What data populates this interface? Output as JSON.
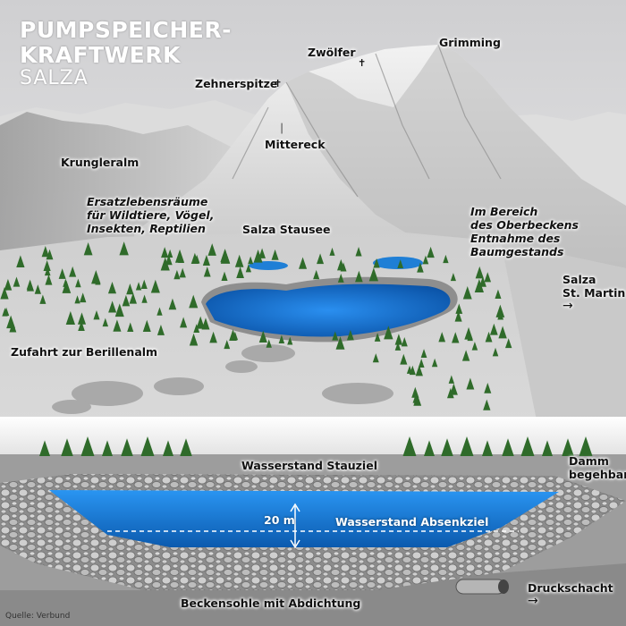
{
  "title": {
    "line1": "PUMPSPEICHER-",
    "line2": "KRAFTWERK",
    "line3": "SALZA"
  },
  "peaks": {
    "zwoelfer": "Zwölfer",
    "grimming": "Grimming",
    "zehnerspitze": "Zehnerspitze",
    "mittereck": "Mittereck",
    "krungleralm": "Krungleralm"
  },
  "notes": {
    "habitat_line1": "Ersatzlebensräume",
    "habitat_line2": "für Wildtiere, Vögel,",
    "habitat_line3": "Insekten, Reptilien",
    "basin_line1": "Im Bereich",
    "basin_line2": "des Oberbeckens",
    "basin_line3": "Entnahme des",
    "basin_line4": "Baumgestands"
  },
  "places": {
    "stausee": "Salza Stausee",
    "salza_line1": "Salza",
    "salza_line2": "St. Martin",
    "arrow": "→",
    "zufahrt": "Zufahrt zur Berillenalm"
  },
  "cross_section": {
    "stauziel": "Wasserstand Stauziel",
    "damm_line1": "Damm",
    "damm_line2": "begehbar",
    "depth": "20 m",
    "absenkziel": "Wasserstand Absenkziel",
    "sohle": "Beckensohle mit Abdichtung",
    "druckschacht": "Druckschacht",
    "arrow": "→"
  },
  "source": "Quelle: Verbund",
  "colors": {
    "water": "#1e7fd8",
    "water_dark": "#0d5cb0",
    "tree": "#2f6b2a",
    "rock": "#b8b8b8",
    "sky": "#e9e9ea"
  }
}
